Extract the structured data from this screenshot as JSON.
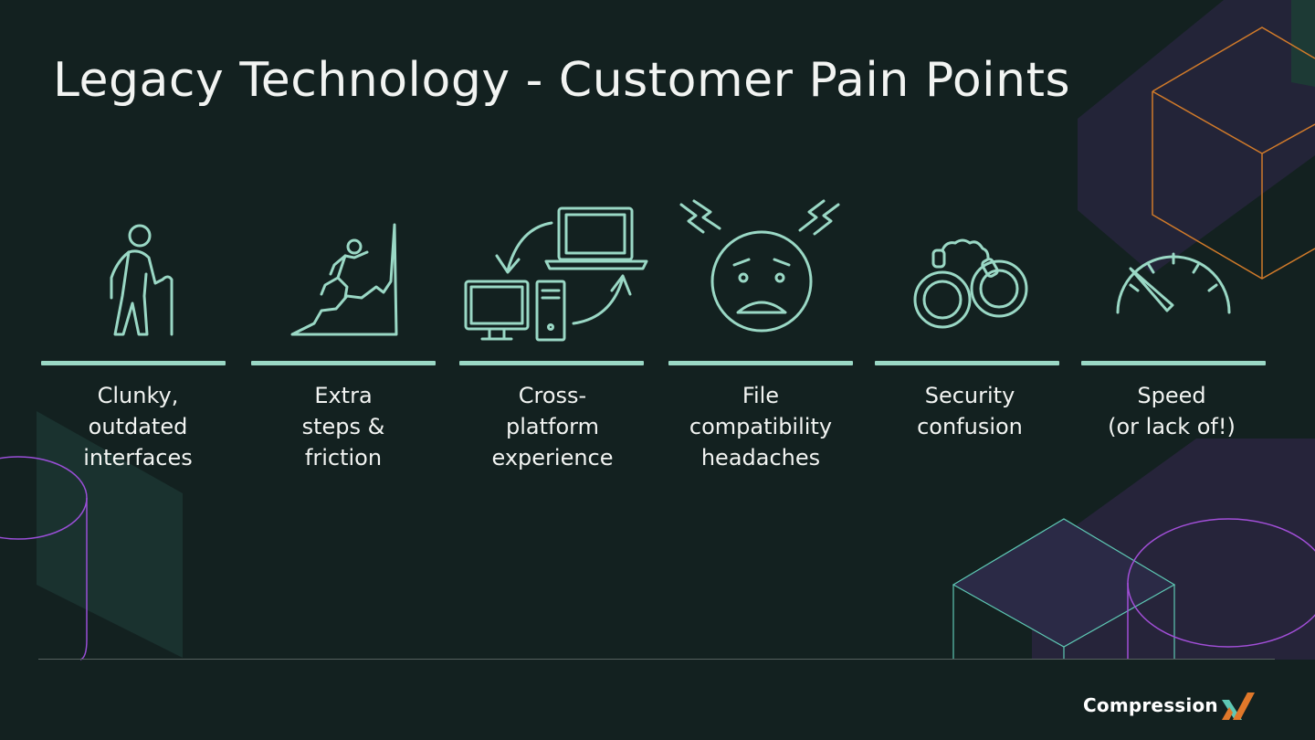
{
  "title": "Legacy Technology - Customer Pain Points",
  "accent_color": "#9ad8c5",
  "pain_points": [
    {
      "icon": "elderly-person-icon",
      "lines": [
        "Clunky,",
        "outdated",
        "interfaces"
      ]
    },
    {
      "icon": "climber-icon",
      "lines": [
        "Extra",
        "steps &",
        "friction"
      ]
    },
    {
      "icon": "cross-platform-devices-icon",
      "lines": [
        "Cross-",
        "platform",
        "experience"
      ]
    },
    {
      "icon": "stressed-face-icon",
      "lines": [
        "File",
        "compatibility",
        "headaches"
      ]
    },
    {
      "icon": "handcuffs-icon",
      "lines": [
        "Security",
        "confusion"
      ]
    },
    {
      "icon": "speedometer-icon",
      "lines": [
        "Speed",
        "(or lack of!)"
      ]
    }
  ],
  "brand": {
    "name": "Compression",
    "mark_icon": "x-logo-mark"
  }
}
